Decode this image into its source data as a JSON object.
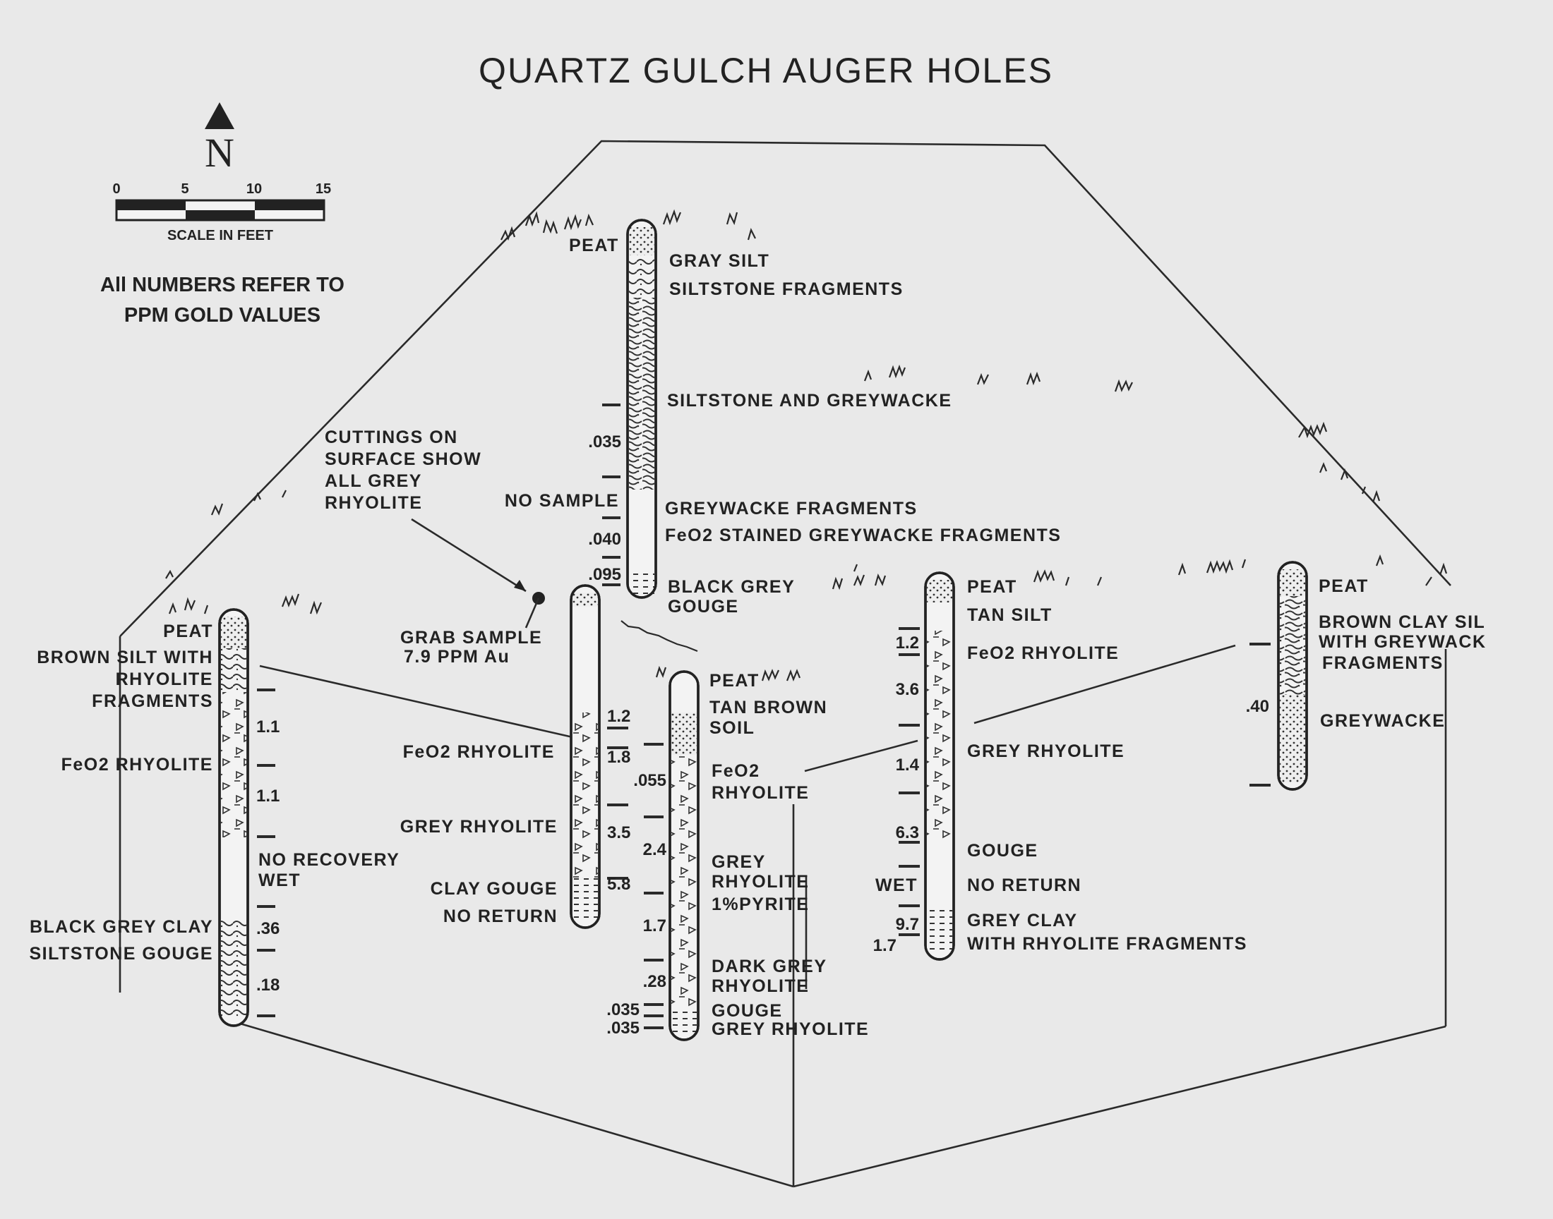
{
  "title": "QUARTZ GULCH AUGER HOLES",
  "north_label": "N",
  "scale": {
    "ticks": [
      "0",
      "5",
      "10",
      "15"
    ],
    "label": "SCALE IN FEET"
  },
  "note": {
    "line1": "All NUMBERS REFER TO",
    "line2": "PPM GOLD VALUES"
  },
  "cuttings_note": [
    "CUTTINGS ON",
    "SURFACE SHOW",
    "ALL GREY",
    "RHYOLITE"
  ],
  "grab_sample": {
    "line1": "GRAB SAMPLE",
    "line2": "7.9 PPM Au"
  },
  "hole_top": {
    "labels": [
      "PEAT",
      "GRAY SILT",
      "SILTSTONE FRAGMENTS",
      "SILTSTONE AND GREYWACKE",
      "GREYWACKE FRAGMENTS",
      "FeO2 STAINED GREYWACKE FRAGMENTS",
      "BLACK GREY",
      "GOUGE"
    ],
    "values": [
      ".035",
      "NO SAMPLE",
      ".040",
      ".095"
    ]
  },
  "hole_left": {
    "labels": [
      "PEAT",
      "BROWN SILT WITH",
      "RHYOLITE",
      "FRAGMENTS",
      "FeO2 RHYOLITE",
      "NO RECOVERY",
      "WET",
      "BLACK GREY CLAY",
      "SILTSTONE GOUGE"
    ],
    "values": [
      "1.1",
      "1.1",
      ".36",
      ".18"
    ]
  },
  "hole_center": {
    "labels": [
      "FeO2 RHYOLITE",
      "GREY RHYOLITE",
      "CLAY GOUGE",
      "NO RETURN"
    ],
    "values": [
      "1.2",
      "1.8",
      "3.5",
      "5.8"
    ]
  },
  "hole_mid": {
    "labels": [
      "PEAT",
      "TAN BROWN",
      "SOIL",
      "FeO2",
      "RHYOLITE",
      "GREY",
      "RHYOLITE",
      "1%PYRITE",
      "DARK GREY",
      "RHYOLITE",
      "GOUGE",
      "GREY RHYOLITE"
    ],
    "values": [
      ".055",
      "2.4",
      "1.7",
      ".28",
      ".035",
      ".035"
    ]
  },
  "hole_right": {
    "labels": [
      "PEAT",
      "TAN SILT",
      "FeO2 RHYOLITE",
      "GREY RHYOLITE",
      "GOUGE",
      "NO RETURN",
      "GREY CLAY",
      "WITH RHYOLITE  FRAGMENTS"
    ],
    "values": [
      "1.2",
      "3.6",
      "1.4",
      "6.3",
      "WET",
      "9.7",
      "1.7"
    ]
  },
  "hole_far_right": {
    "labels": [
      "PEAT",
      "BROWN CLAY SIL",
      "WITH GREYWACK",
      "FRAGMENTS",
      "GREYWACKE"
    ],
    "values": [
      ".40"
    ]
  }
}
